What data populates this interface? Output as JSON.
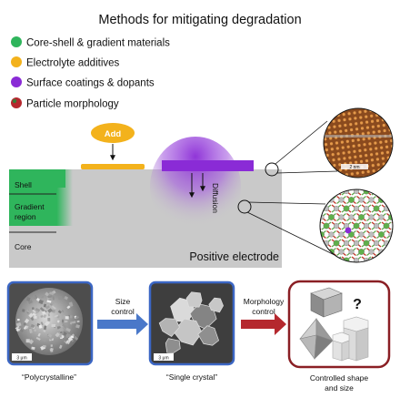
{
  "title": "Methods for mitigating degradation",
  "legend": [
    {
      "label": "Core-shell & gradient materials",
      "color": "#2fb55c"
    },
    {
      "label": "Electrolyte additives",
      "color": "#f3b21c"
    },
    {
      "label": "Surface coatings & dopants",
      "color": "#8a2bd6"
    },
    {
      "label": "Particle morphology",
      "color": "#b5282e"
    }
  ],
  "electrode": {
    "shell_label": "Shell",
    "gradient_label_1": "Gradient",
    "gradient_label_2": "region",
    "core_label": "Core",
    "electrode_label": "Positive electrode",
    "diffusion_label": "Diffusion",
    "add_button": "Add",
    "zoom_scale_label": "2 nm"
  },
  "morphology": {
    "poly_label": "“Polycrystalline”",
    "single_label": "“Single crystal”",
    "size_control_1": "Size",
    "size_control_2": "control",
    "morph_control_1": "Morphology",
    "morph_control_2": "control",
    "question": "?",
    "controlled_1": "Controlled shape",
    "controlled_2": "and size",
    "scale_poly": "3 μm",
    "scale_single": "3 μm"
  },
  "colors": {
    "green": "#2fb55c",
    "orange": "#f3b21c",
    "purple": "#8a2bd6",
    "red": "#b5282e",
    "blue_arrow": "#4a78c9",
    "frame_blue": "#3b66c4",
    "electrode_gray": "#c9c9c9"
  }
}
